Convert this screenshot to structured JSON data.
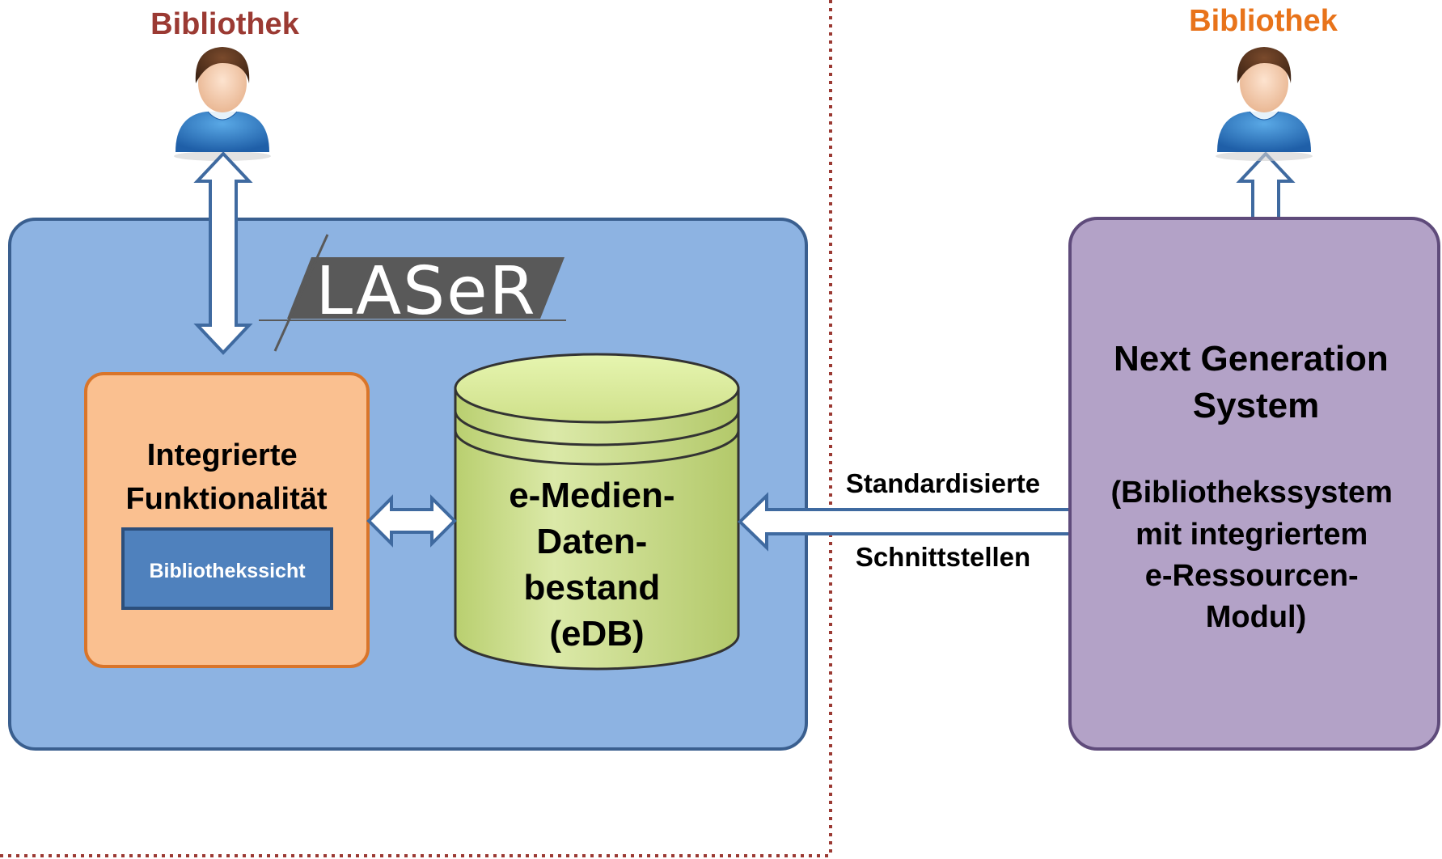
{
  "left": {
    "user_label": "Bibliothek",
    "logo_text": "LASeR",
    "module": {
      "lines": [
        "Integrierte",
        "Funktionalität"
      ],
      "sub_label": "Bibliothekssicht"
    },
    "database": {
      "lines": [
        "e-Medien-",
        "Daten-",
        "bestand",
        "(eDB)"
      ]
    }
  },
  "interface": {
    "top": "Standardisierte",
    "bottom": "Schnittstellen"
  },
  "right": {
    "user_label": "Bibliothek",
    "system": {
      "title_lines": [
        "Next Generation",
        "System"
      ],
      "desc_lines": [
        "(Bibliothekssystem",
        "mit integriertem",
        "e-Ressourcen-",
        "Modul)"
      ]
    }
  },
  "colors": {
    "left_user_label": "#9b3a33",
    "right_user_label": "#e8731a",
    "left_container_fill": "#8db3e2",
    "left_container_stroke": "#3a5f8f",
    "right_container_fill": "#b3a2c7",
    "right_container_stroke": "#5f4b7b",
    "module_fill": "#fac090",
    "module_stroke": "#d9752a",
    "sub_box_fill": "#4f81bd",
    "sub_box_stroke": "#2c4f7c",
    "database_fill": "#d7e4a0",
    "arrow_fill": "#ffffff",
    "arrow_stroke": "#3f6aa0",
    "divider": "#9b3a33",
    "logo_band": "#595959"
  },
  "icons": {
    "left_user": "user-icon",
    "right_user": "user-icon"
  }
}
